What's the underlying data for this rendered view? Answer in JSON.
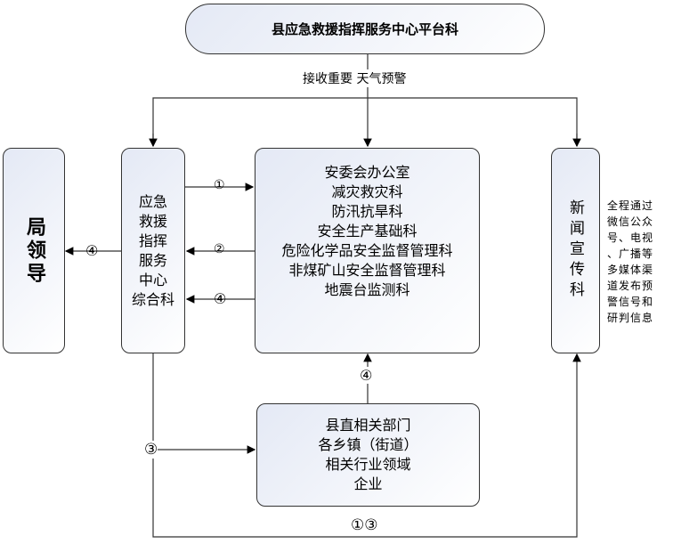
{
  "top": {
    "title": "县应急救援指挥服务中心平台科"
  },
  "receive_label": "接收重要 天气预警",
  "leader": {
    "title": "局领导"
  },
  "command": {
    "lines": [
      "应急",
      "救援",
      "指挥",
      "服务",
      "中心",
      "综合科"
    ]
  },
  "center": {
    "lines": [
      "安委会办公室",
      "减灾救灾科",
      "防汛抗旱科",
      "安全生产基础科",
      "危险化学品安全监督管理科",
      "非煤矿山安全监督管理科",
      "地震台监测科"
    ]
  },
  "news": {
    "title": "新闻宣传科"
  },
  "news_note": {
    "lines": [
      "全程通过",
      "微信公众",
      "号、电视",
      "、广播等",
      "多媒体渠",
      "道发布预",
      "警信号和",
      "研判信息"
    ]
  },
  "bottom": {
    "lines": [
      "县直相关部门",
      "各乡镇（街道）",
      "相关行业领域",
      "企业"
    ]
  },
  "steps": {
    "s1": "①",
    "s2": "②",
    "s4a": "④",
    "s4b": "④",
    "s4c": "④",
    "s3": "③",
    "s13": "①③"
  }
}
